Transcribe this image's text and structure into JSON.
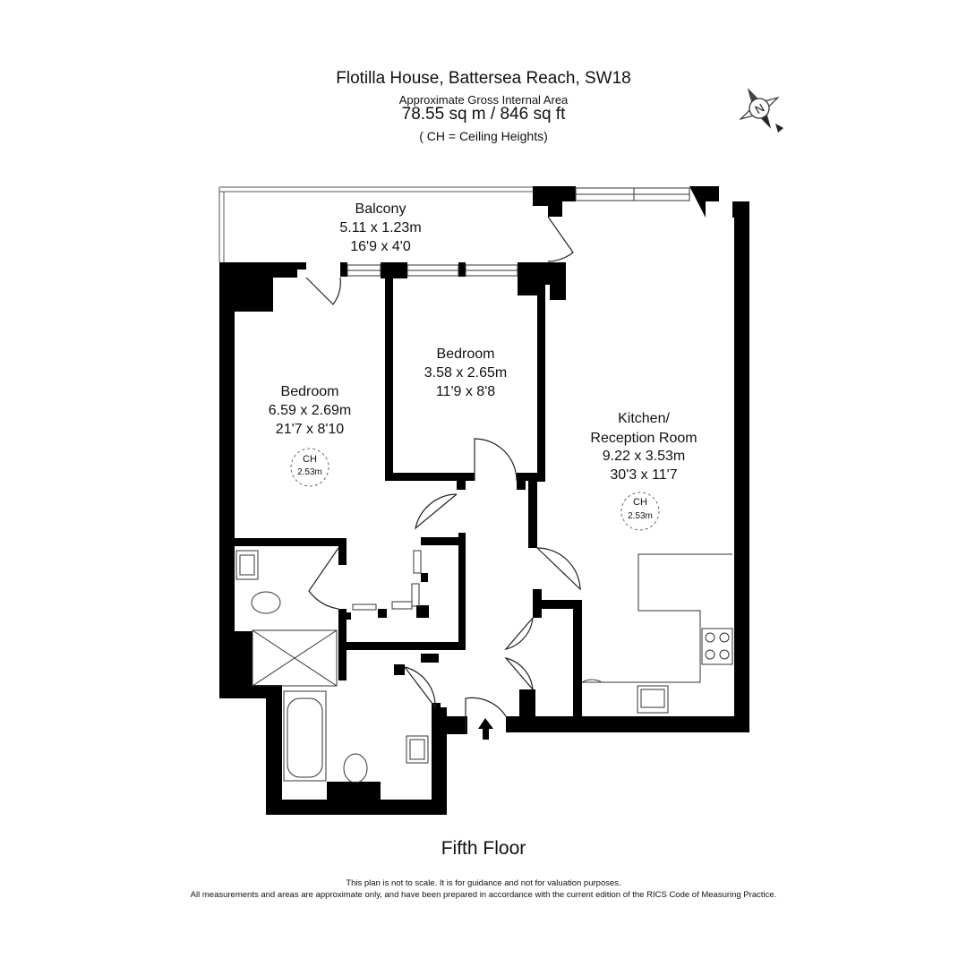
{
  "header": {
    "title": "Flotilla House, Battersea Reach, SW18",
    "subtitle": "Approximate Gross Internal Area",
    "area": "78.55 sq m /  846 sq ft",
    "ch_note": "( CH = Ceiling Heights)"
  },
  "compass": {
    "icon": "north-compass-icon",
    "letter": "N"
  },
  "rooms": {
    "balcony": {
      "name": "Balcony",
      "metric": "5.11 x 1.23m",
      "imperial": "16'9 x 4'0"
    },
    "bedroom_left": {
      "name": "Bedroom",
      "metric": "6.59 x 2.69m",
      "imperial": "21'7 x 8'10",
      "ch_label": "CH",
      "ch_value": "2.53m"
    },
    "bedroom_middle": {
      "name": "Bedroom",
      "metric": "3.58 x 2.65m",
      "imperial": "11'9 x 8'8"
    },
    "kitchen": {
      "name_line1": "Kitchen/",
      "name_line2": "Reception Room",
      "metric": "9.22 x 3.53m",
      "imperial": "30'3 x 11'7",
      "ch_label": "CH",
      "ch_value": "2.53m"
    }
  },
  "floor_label": "Fifth Floor",
  "disclaimer": {
    "line1": "This plan is not to scale. It is for guidance and not for valuation purposes.",
    "line2": "All measurements and areas are approximate only, and have been prepared in accordance with the current edition of the RICS Code of Measuring Practice."
  },
  "colors": {
    "wall": "#000000",
    "line": "#111111",
    "background": "#ffffff"
  }
}
